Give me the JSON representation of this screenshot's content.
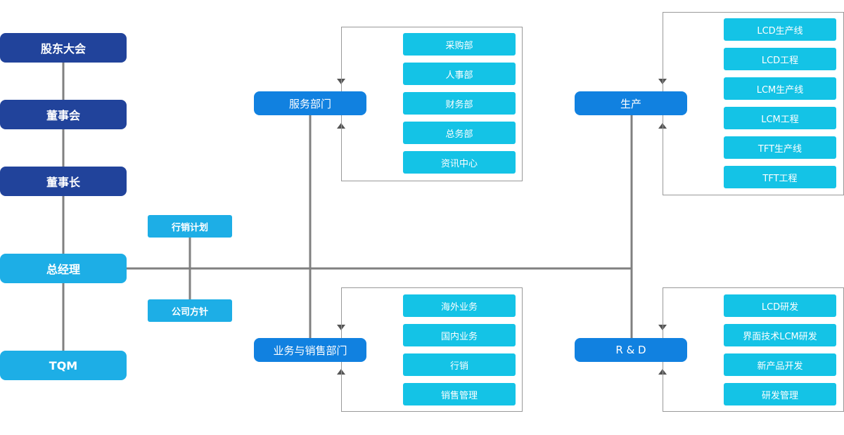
{
  "executive": {
    "shareholders": "股东大会",
    "board": "董事会",
    "chairman": "董事长",
    "general_manager": "总经理",
    "tqm": "TQM"
  },
  "notes": {
    "marketing_plan": "行销计划",
    "company_policy": "公司方针"
  },
  "service_dept": {
    "label": "服务部门",
    "items": [
      "采购部",
      "人事部",
      "财务部",
      "总务部",
      "资讯中心"
    ]
  },
  "sales_dept": {
    "label": "业务与销售部门",
    "items": [
      "海外业务",
      "国内业务",
      "行销",
      "销售管理"
    ]
  },
  "production_dept": {
    "label": "生产",
    "items": [
      "LCD生产线",
      "LCD工程",
      "LCM生产线",
      "LCM工程",
      "TFT生产线",
      "TFT工程"
    ]
  },
  "rd_dept": {
    "label": "R & D",
    "items": [
      "LCD研发",
      "界面技术LCM研发",
      "新产品开发",
      "研发管理"
    ]
  },
  "colors": {
    "executive": "#21439b",
    "general_manager": "#1daee6",
    "department": "#1181e0",
    "sub_unit": "#14c3e6",
    "connector": "#808080",
    "frame": "#999999"
  }
}
